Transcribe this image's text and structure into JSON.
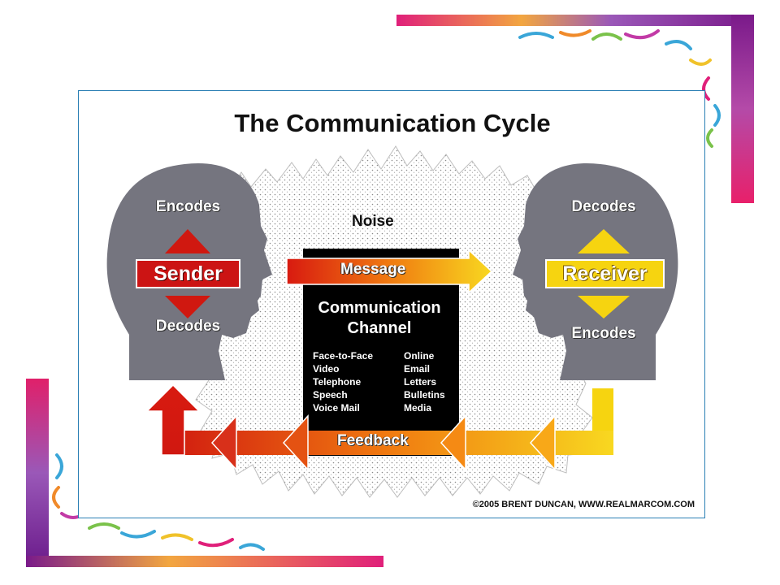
{
  "title": "The Communication Cycle",
  "sender": {
    "label": "Sender",
    "top_label": "Encodes",
    "bottom_label": "Decodes"
  },
  "receiver": {
    "label": "Receiver",
    "top_label": "Decodes",
    "bottom_label": "Encodes"
  },
  "noise_label": "Noise",
  "message_label": "Message",
  "feedback_label": "Feedback",
  "channel": {
    "title_line1": "Communication",
    "title_line2": "Channel",
    "left_items": [
      "Face-to-Face",
      "Video",
      "Telephone",
      "Speech",
      "Voice Mail"
    ],
    "right_items": [
      "Online",
      "Email",
      "Letters",
      "Bulletins",
      "Media"
    ]
  },
  "copyright": "©2005 BRENT DUNCAN, WWW.REALMARCOM.COM",
  "colors": {
    "head": "#75757f",
    "sender": "#cc1414",
    "receiver": "#f6d410",
    "channel": "#000000",
    "border": "#2a7fb4"
  }
}
